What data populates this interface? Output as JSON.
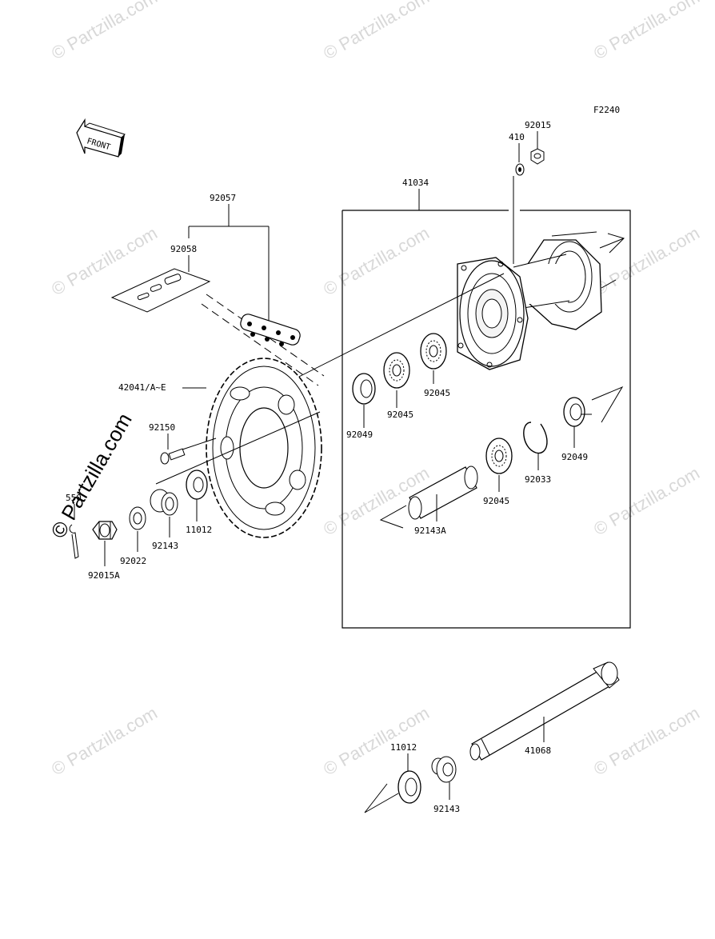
{
  "figure_code": "F2240",
  "front_label": "FRONT",
  "watermark": "© Partzilla.com",
  "watermark_corner": "© Partzilla.com",
  "labels": {
    "p92015": "92015",
    "p410": "410",
    "p41034": "41034",
    "p92057": "92057",
    "p92058": "92058",
    "p42041": "42041/A~E",
    "p92045a": "92045",
    "p92045b": "92045",
    "p92045c": "92045",
    "p92049a": "92049",
    "p92049b": "92049",
    "p92150": "92150",
    "p92033": "92033",
    "p92143A": "92143A",
    "p550": "550",
    "p11012a": "11012",
    "p92143a": "92143",
    "p92022": "92022",
    "p92015A": "92015A",
    "p11012b": "11012",
    "p41068": "41068",
    "p92143b": "92143"
  }
}
